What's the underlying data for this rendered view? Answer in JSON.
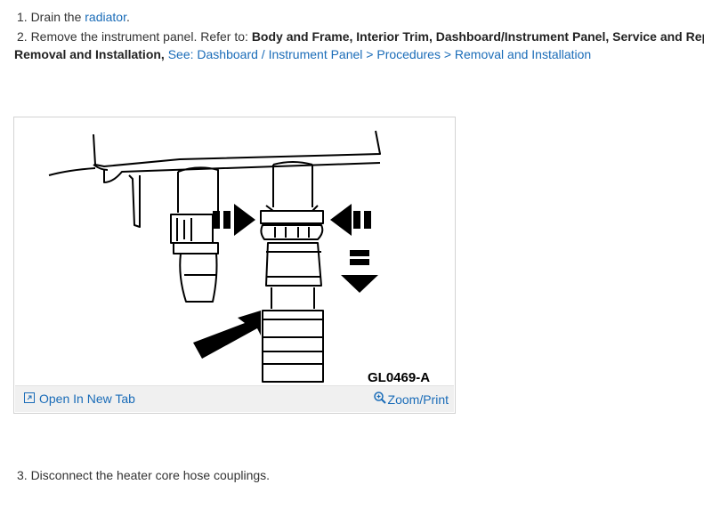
{
  "steps": {
    "step1": {
      "prefix": "1. Drain the ",
      "link": "radiator",
      "suffix": "."
    },
    "step2": {
      "prefix": "2. Remove the instrument panel. Refer to: ",
      "bold1": "Body and Frame, Interior Trim, Dashboard/Instrument Panel, Service and Repair,",
      "bold2": "Removal and Installation,",
      "link": "See: Dashboard / Instrument Panel > Procedures > Removal and Installation"
    },
    "step3": {
      "text": "3. Disconnect the heater core hose couplings."
    }
  },
  "figure": {
    "label": "GL0469-A",
    "open_tab": "Open In New Tab",
    "zoom_print": "Zoom/Print",
    "icons": {
      "open": "open-new-tab-icon",
      "zoom": "zoom-icon"
    }
  },
  "colors": {
    "link": "#1a6cb8",
    "footer_bg": "#f0f0f0",
    "text": "#333333"
  }
}
